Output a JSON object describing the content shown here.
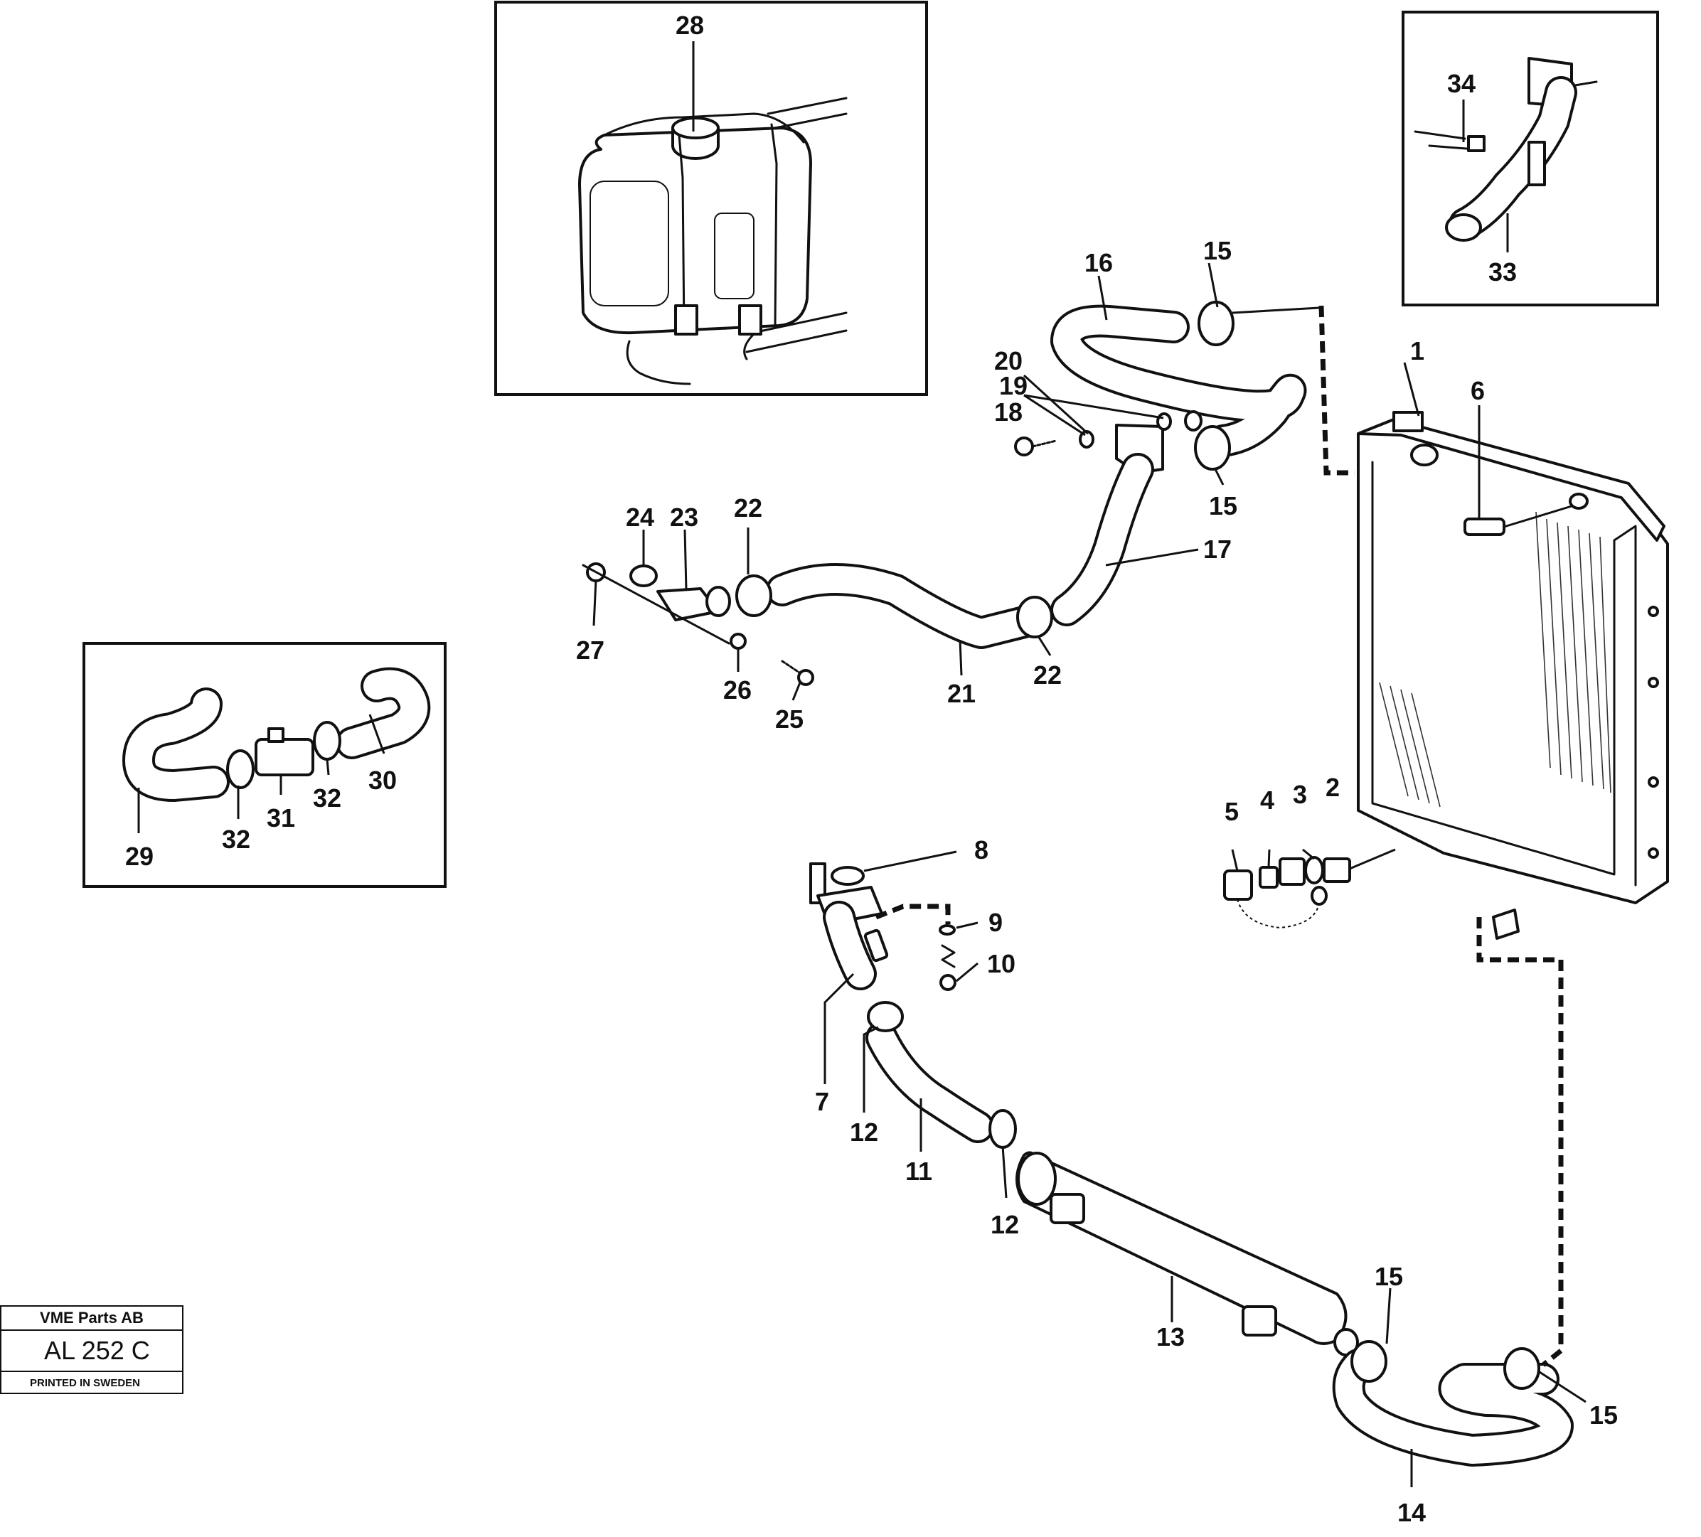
{
  "title_block": {
    "company": "VME Parts AB",
    "drawing_number": "AL 252 C",
    "printed": "PRINTED IN SWEDEN"
  },
  "callouts": {
    "c1": "1",
    "c2": "2",
    "c3": "3",
    "c4": "4",
    "c5": "5",
    "c6": "6",
    "c7": "7",
    "c8": "8",
    "c9": "9",
    "c10": "10",
    "c11": "11",
    "c12a": "12",
    "c12b": "12",
    "c13": "13",
    "c14": "14",
    "c15a": "15",
    "c15b": "15",
    "c15c": "15",
    "c15d": "15",
    "c16": "16",
    "c17": "17",
    "c18": "18",
    "c19": "19",
    "c20": "20",
    "c21": "21",
    "c22a": "22",
    "c22b": "22",
    "c23": "23",
    "c24": "24",
    "c25": "25",
    "c26": "26",
    "c27": "27",
    "c28": "28",
    "c29": "29",
    "c30": "30",
    "c31": "31",
    "c32a": "32",
    "c32b": "32",
    "c33": "33",
    "c34": "34"
  }
}
